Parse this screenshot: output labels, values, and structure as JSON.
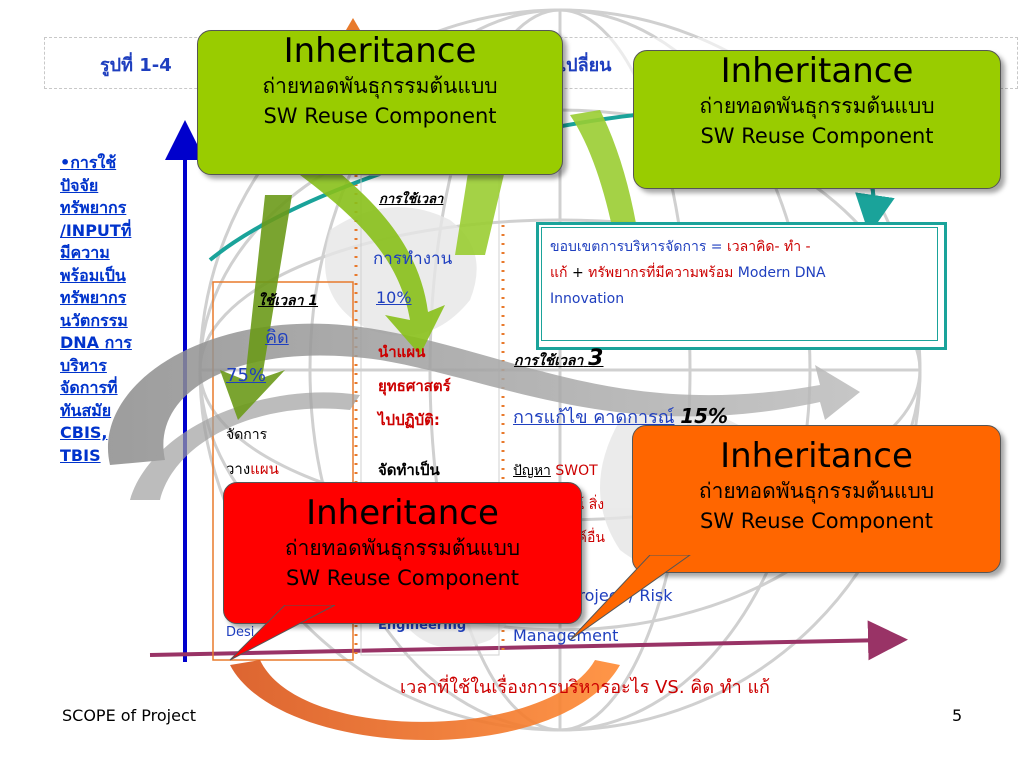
{
  "slide": {
    "title_prefix": "รูปที่ 1-4",
    "title_suffix": "เปลี่ยน",
    "footer_left": "SCOPE of  Project",
    "page_number": "5"
  },
  "left_column": {
    "bullet": "•",
    "lines": [
      "การใช้",
      "ปัจจัย",
      "ทรัพยากร",
      "/INPUTที่",
      "มีความ",
      "พร้อมเป็น",
      "ทรัพยากร",
      "นวัตกรรม",
      "DNA การ",
      "บริหาร",
      "จัดการที่",
      "ทันสมัย",
      "CBIS,",
      "TBIS"
    ]
  },
  "column1": {
    "heading": "ใช้เวลา 1",
    "think": "คิด",
    "percent": "75%",
    "manage": "จัดการ",
    "plan_a": "วาง",
    "plan_b": "แผน",
    "design": "Desi"
  },
  "column2": {
    "heading": "การใช้เวลา",
    "do": "การทำงาน",
    "percent": "10%",
    "plan": "นำแผน",
    "strategy": "ยุทธศาสตร์",
    "apply": "ไปปฏิบัติ:",
    "make": "จัดทำเป็น",
    "engineering": "Engineering"
  },
  "teal_box": {
    "part1": "ขอบเขต",
    "part2": "การบริหารจัดการ = ",
    "red1": "เวลาคิด- ทำ -",
    "red2": "แก้",
    "plus": " + ",
    "resource": "ทรัพยากรที่มีความพร้อม",
    "modern": " Modern DNA",
    "innovation": "Innovation"
  },
  "column3": {
    "heading": "การใช้เวลา",
    "heading_num": "3",
    "fix": "การแก้ไข คาดการณ์",
    "fix_percent": "15%",
    "problem": "ปัญหา",
    "swot": " SWOT",
    "situation": "สถานการณ์ สิ่ง",
    "desire": "ที่พึงประสงค์อื่น",
    "project": "Future Project / Risk",
    "management": "Management"
  },
  "bottom_axis": {
    "label": "เวลาที่ใช้ในเรื่องการบริหารอะไร VS. คิด ทำ แก้"
  },
  "callouts": [
    {
      "title": "Inheritance",
      "thai": "ถ่ายทอดพันธุกรรมต้นแบบ",
      "eng": "SW Reuse Component",
      "color": "#99cc00"
    },
    {
      "title": "Inheritance",
      "thai": "ถ่ายทอดพันธุกรรมต้นแบบ",
      "eng": "SW Reuse Component",
      "color": "#99cc00"
    },
    {
      "title": "Inheritance",
      "thai": "ถ่ายทอดพันธุกรรมต้นแบบ",
      "eng": "SW Reuse Component",
      "color": "#ff6600"
    },
    {
      "title": "Inheritance",
      "thai": "ถ่ายทอดพันธุกรรมต้นแบบ",
      "eng": "SW Reuse Component",
      "color": "#ff0000"
    }
  ]
}
